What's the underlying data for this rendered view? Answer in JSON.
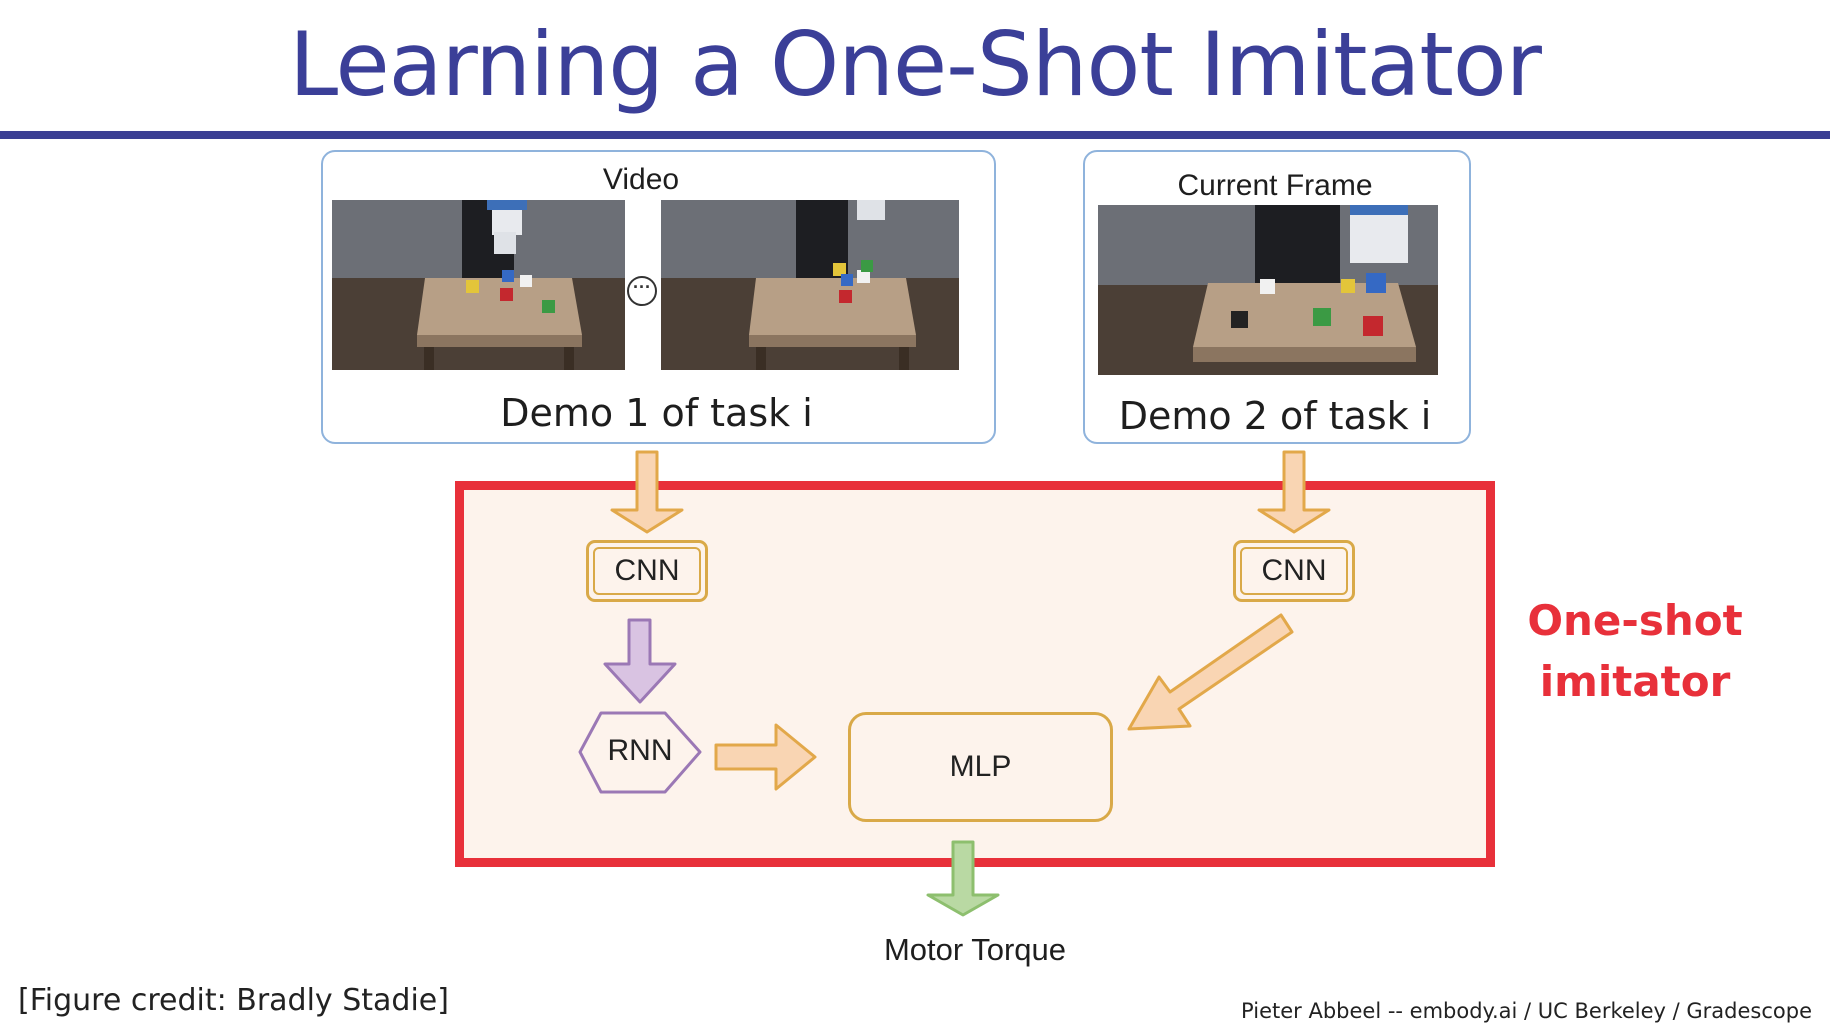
{
  "slide": {
    "title": "Learning a One-Shot Imitator",
    "credit": "[Figure credit: Bradly Stadie]",
    "footer": "Pieter Abbeel -- embody.ai / UC Berkeley / Gradescope"
  },
  "demo1": {
    "label": "Video",
    "caption": "Demo 1 of task i",
    "separator_icon": "ellipsis-icon"
  },
  "demo2": {
    "label": "Current Frame",
    "caption": "Demo 2 of task i"
  },
  "imitator": {
    "label_line1": "One-shot",
    "label_line2": "imitator",
    "nodes": {
      "cnn_left": "CNN",
      "cnn_right": "CNN",
      "rnn": "RNN",
      "mlp": "MLP"
    }
  },
  "output": {
    "label": "Motor Torque"
  },
  "colors": {
    "title": "#3b3f98",
    "imitator_border": "#e8303a",
    "imitator_fill": "#fdf3ec",
    "cnn_stroke": "#d9a948",
    "rnn_stroke": "#9b78b5",
    "rnn_arrow_fill": "#d9c3e2",
    "orange_arrow_fill": "#f9d5b3",
    "orange_arrow_stroke": "#e2a84a",
    "output_arrow_fill": "#b9d9a3",
    "output_arrow_stroke": "#8dbf6e",
    "panel_border": "#8fb3dc"
  }
}
